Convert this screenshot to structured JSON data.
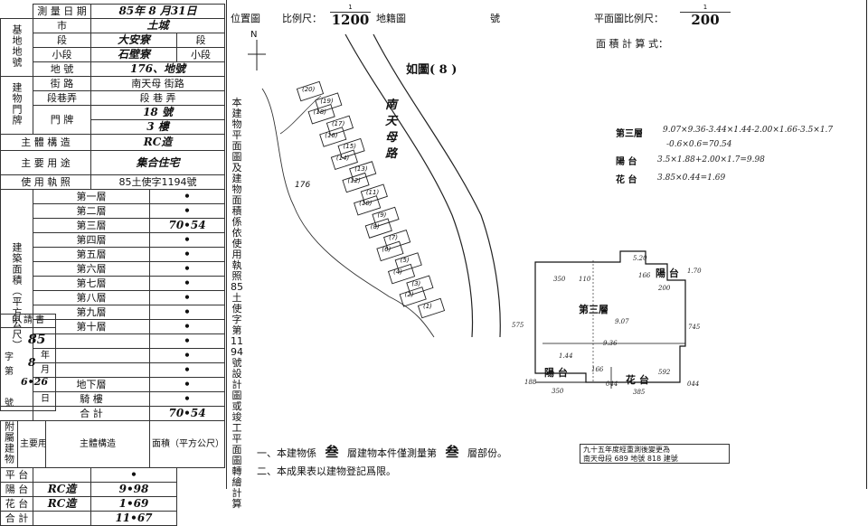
{
  "register": {
    "survey_date_label": "測 量 日 期",
    "survey_date_value": "85年 8 月31日",
    "land_group_label": "基地地號",
    "city_label": "市",
    "city_value": "土城",
    "section_label": "段",
    "section_value": "大安寮",
    "section_suffix": "段",
    "subsection_label": "小段",
    "subsection_value": "石壁寮",
    "subsection_suffix": "小段",
    "lot_label": "地 號",
    "lot_value": "176、地號",
    "door_group_label": "建物門牌",
    "street_label": "街 路",
    "street_value": "南天母 街路",
    "lane_label": "段巷弄",
    "lane_value": "段 巷 弄",
    "door_label": "門 牌",
    "door_no": "18 號",
    "floor_no": "3 樓",
    "structure_label": "主 體 構 造",
    "structure_value": "RC造",
    "use_label": "主 要 用 途",
    "use_value": "集合住宅",
    "license_label": "使 用 執 照",
    "license_value": "85土使字1194號",
    "area_group_label": "建築面積（平方公尺）",
    "floors": [
      {
        "name": "第一層",
        "value": "•"
      },
      {
        "name": "第二層",
        "value": "•"
      },
      {
        "name": "第三層",
        "value": "70•54"
      },
      {
        "name": "第四層",
        "value": "•"
      },
      {
        "name": "第五層",
        "value": "•"
      },
      {
        "name": "第六層",
        "value": "•"
      },
      {
        "name": "第七層",
        "value": "•"
      },
      {
        "name": "第八層",
        "value": "•"
      },
      {
        "name": "第九層",
        "value": "•"
      },
      {
        "name": "第十層",
        "value": "•"
      },
      {
        "name": "",
        "value": "•"
      },
      {
        "name": "",
        "value": "•"
      },
      {
        "name": "",
        "value": "•"
      },
      {
        "name": "地下層",
        "value": "•"
      },
      {
        "name": "騎 樓",
        "value": "•"
      }
    ],
    "total_label": "合 計",
    "total_value": "70•54",
    "attached_label": "附屬建物",
    "attached_use_header": "主要用途",
    "attached_struct_header": "主體構造",
    "attached_area_header": "面積（平方公尺）",
    "attached_rows": [
      {
        "use": "平 台",
        "struct": "",
        "area": "•"
      },
      {
        "use": "陽 台",
        "struct": "RC造",
        "area": "9•98"
      },
      {
        "use": "花 台",
        "struct": "RC造",
        "area": "1•69"
      },
      {
        "use": "合 計",
        "struct": "",
        "area": "11•67"
      }
    ]
  },
  "applicant": {
    "label": "申 請 書",
    "zi": "字",
    "di": "第",
    "hao": "號",
    "year_value": "85",
    "year": "年",
    "month": "月",
    "day": "日",
    "month_value": "8",
    "no_value": "6•26"
  },
  "header": {
    "location_label": "位置圖",
    "scale_label": "比例尺：",
    "scale_num": "1",
    "scale_den": "1200",
    "cadastral_label": "地籍圖",
    "no_label": "號",
    "plan_scale_label": "平面圖比例尺：",
    "plan_scale_num": "1",
    "plan_scale_den": "200",
    "area_formula_label": "面 積 計 算 式："
  },
  "middle_column_text": "本建物平面圖及建物面積係依使用執照85土使字第1194號設計圖或竣工平面圖轉繪計算",
  "drawing": {
    "north": "N",
    "figure_label": "如圖( 8 )",
    "road_label": "南天母路",
    "lot_label": "176",
    "lot_numbers": [
      "(20)",
      "(19)",
      "(18)",
      "(17)",
      "(16)",
      "(15)",
      "(14)",
      "(13)",
      "(12)",
      "(11)",
      "(10)",
      "(9)",
      "(8)",
      "(7)",
      "(6)",
      "(5)",
      "(4)",
      "(3)",
      "(2)",
      "(1)"
    ],
    "floor_label": "第三層",
    "balcony_label": "陽 台",
    "flower_label": "花 台",
    "dims": {
      "d520": "5.20",
      "d350": "350",
      "d110": "110",
      "d166": "166",
      "d170": "1.70",
      "d200": "200",
      "d575": "575",
      "d907": "9.07",
      "d745": "745",
      "d936": "9.36",
      "d144": "1.44",
      "d188": "188",
      "d166b": "166",
      "d350b": "350",
      "d044": "044",
      "d592": "592",
      "d385": "385",
      "d044b": "044"
    }
  },
  "calculations": {
    "third_floor_label": "第三層",
    "third_floor_line1": "9.07×9.36-3.44×1.44-2.00×1.66-3.5×1.7",
    "third_floor_line2": "-0.6×0.6=70.54",
    "balcony_label": "陽 台",
    "balcony_expr": "3.5×1.88+2.00×1.7=9.98",
    "flower_label": "花 台",
    "flower_expr": "3.85×0.44=1.69"
  },
  "notes": {
    "line1_prefix": "一、本建物係",
    "line1_floors": "叁",
    "line1_mid": "層建物本件僅測量第",
    "line1_floor": "叁",
    "line1_suffix": "層部份。",
    "line2": "二、本成果表以建物登記爲限。",
    "stamp_line1": "九十五年度經重測後變更為",
    "stamp_line2": "南天母段 689 地號 818 建號"
  }
}
